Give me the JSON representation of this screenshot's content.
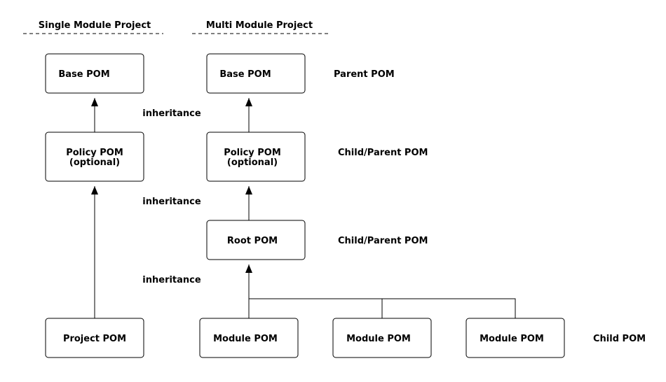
{
  "headers": {
    "single": "Single Module Project",
    "multi": "Multi Module Project"
  },
  "single_project": {
    "base": "Base POM",
    "policy_line1": "Policy POM",
    "policy_line2": "(optional)",
    "project": "Project POM"
  },
  "multi_project": {
    "base": "Base POM",
    "policy_line1": "Policy POM",
    "policy_line2": "(optional)",
    "root": "Root POM",
    "module_1": "Module POM",
    "module_2": "Module POM",
    "module_3": "Module POM"
  },
  "edge_labels": {
    "first": "inheritance",
    "second": "inheritance",
    "third": "inheritance"
  },
  "roles": {
    "base": "Parent POM",
    "policy": "Child/Parent POM",
    "root": "Child/Parent POM",
    "modules": "Child POM"
  }
}
